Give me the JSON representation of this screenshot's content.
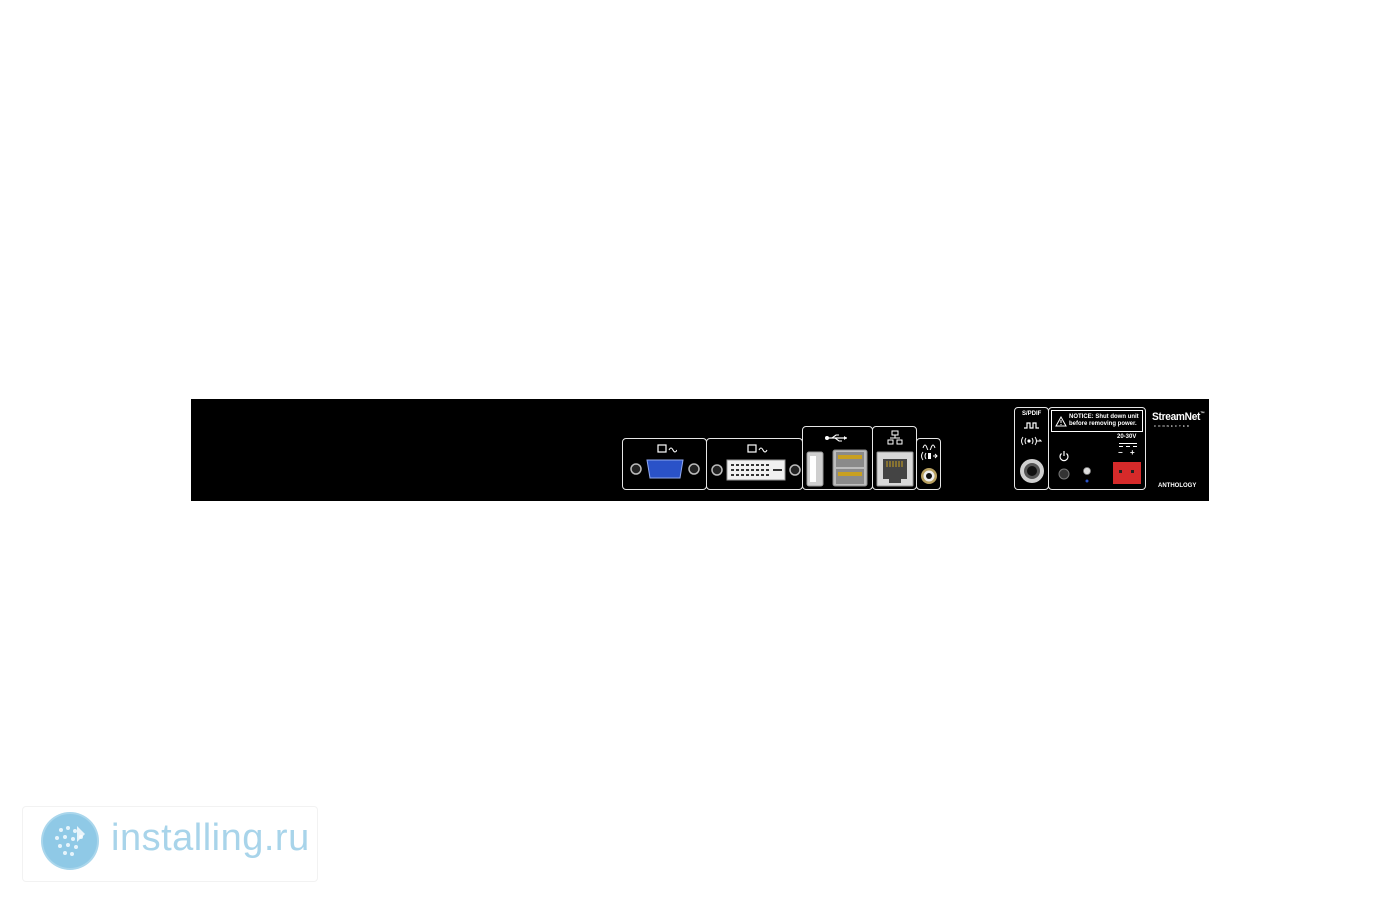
{
  "device": {
    "spdif_label": "S/PDIF",
    "notice": "NOTICE: Shut down unit before removing power.",
    "voltage": "20-30V",
    "minus": "−",
    "plus": "+",
    "brand": "StreamNet",
    "brand_tm": "™",
    "brand_sub": "CONNECTED",
    "model": "ANTHOLOGY"
  },
  "watermark": {
    "text": "installing.ru"
  },
  "colors": {
    "panel": "#000000",
    "vga": "#2a52c8",
    "power_connector": "#d62a2a",
    "watermark": "#a8d4ea"
  }
}
